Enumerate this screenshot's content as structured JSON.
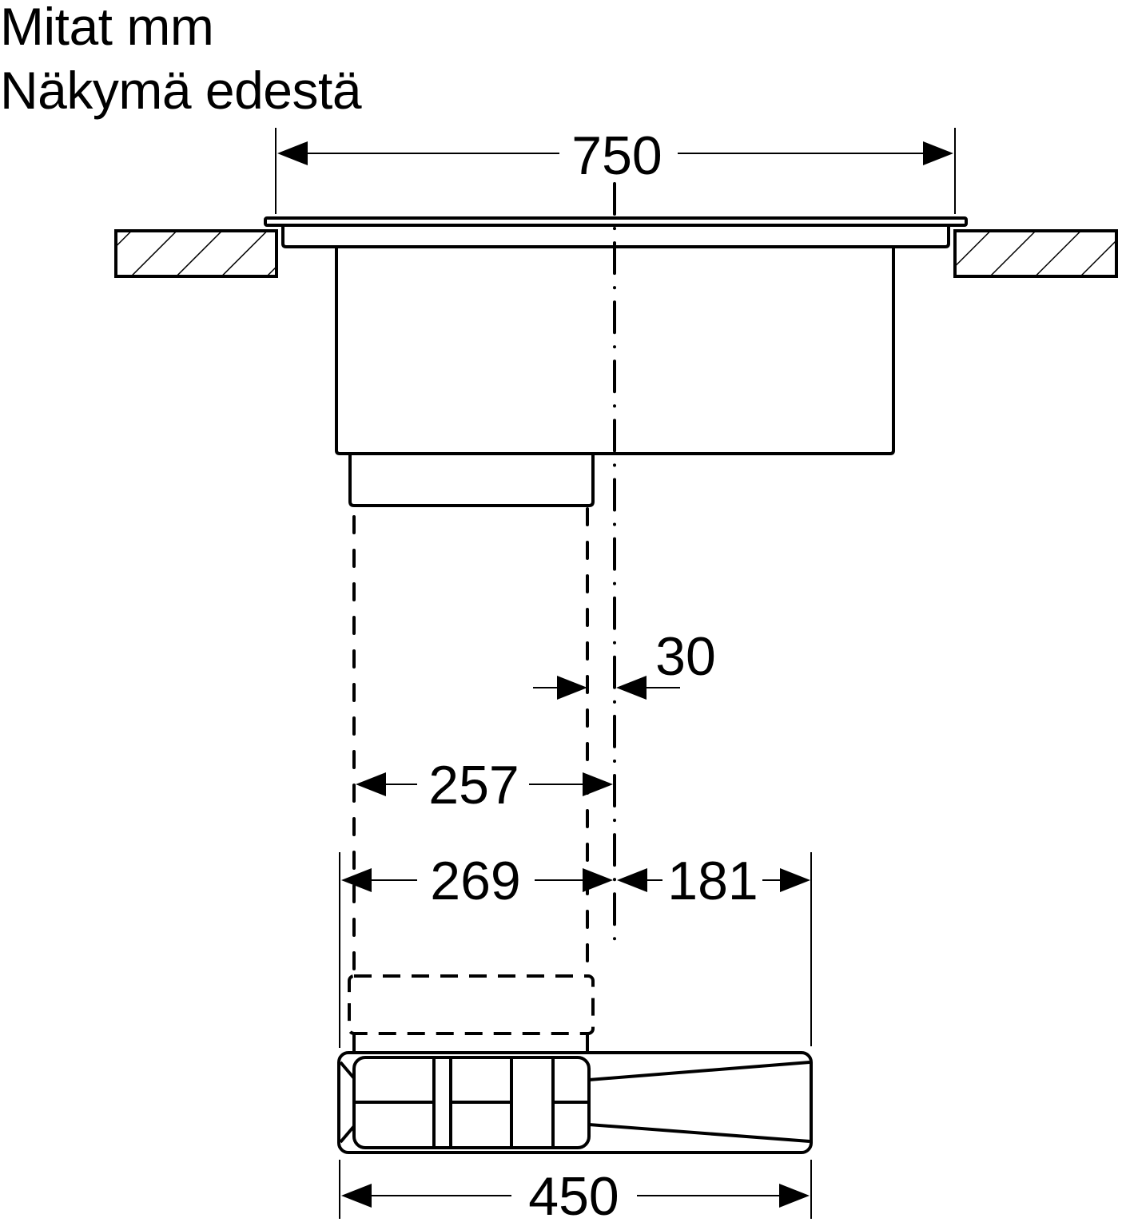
{
  "header": {
    "title_line_1": "Mitat mm",
    "title_line_2": "Näkymä edestä"
  },
  "dimensions": {
    "overall_width": "750",
    "duct_offset": "30",
    "duct_inner_width": "257",
    "duct_outer_width": "269",
    "right_offset": "181",
    "base_width": "450"
  },
  "drawing": {
    "line_color": "#000000",
    "background": "#ffffff",
    "components": [
      "cooktop-glass",
      "worktop-left-section",
      "worktop-right-section",
      "appliance-body",
      "air-outlet",
      "duct-channel",
      "duct-connector",
      "plinth-fan-unit",
      "center-axis"
    ]
  }
}
